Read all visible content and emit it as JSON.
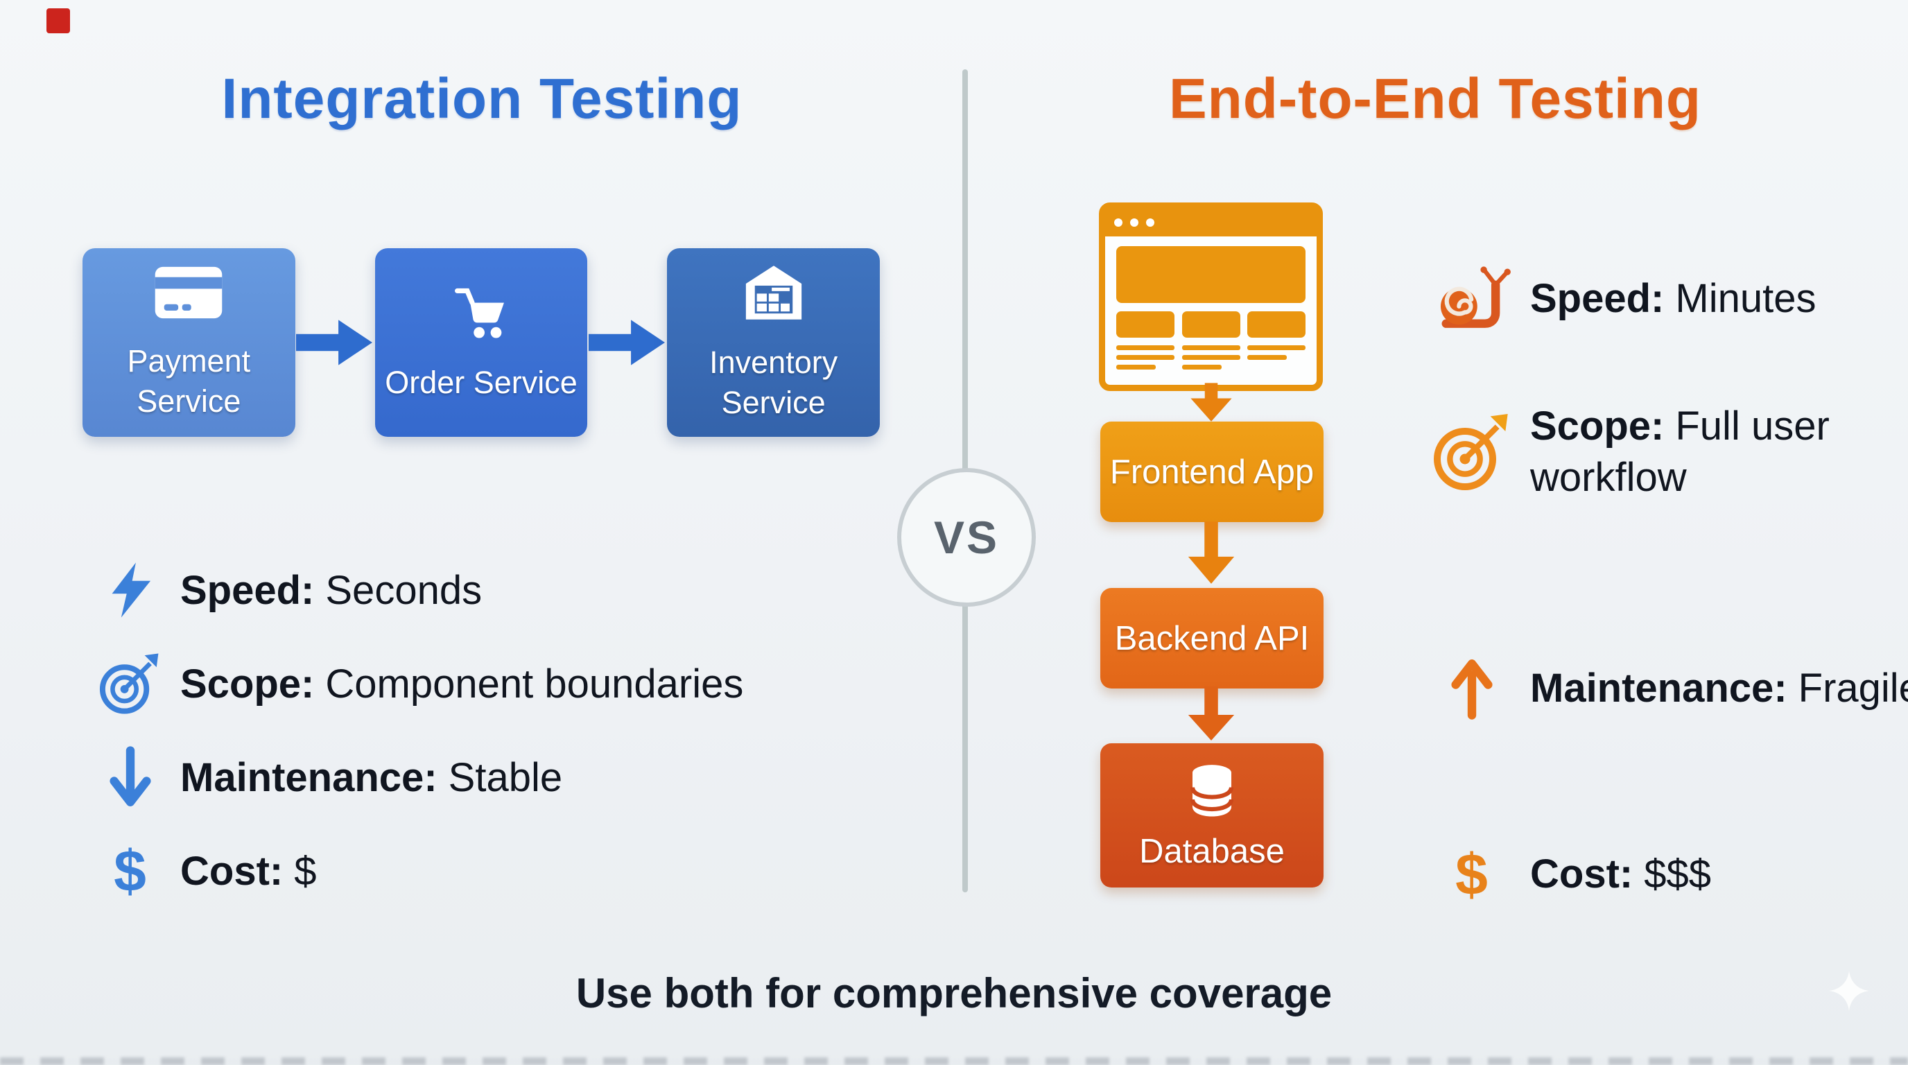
{
  "header": {
    "left_title": "Integration Testing",
    "right_title": "End-to-End Testing",
    "vs": "VS"
  },
  "left": {
    "flow": [
      {
        "label": "Payment Service",
        "icon": "credit-card"
      },
      {
        "label": "Order Service",
        "icon": "shopping-cart"
      },
      {
        "label": "Inventory Service",
        "icon": "warehouse"
      }
    ],
    "bullets": [
      {
        "icon": "lightning-bolt",
        "label": "Speed:",
        "value": "Seconds"
      },
      {
        "icon": "target",
        "label": "Scope:",
        "value": "Component boundaries"
      },
      {
        "icon": "arrow-down",
        "label": "Maintenance:",
        "value": "Stable"
      },
      {
        "icon": "dollar-sign",
        "label": "Cost:",
        "value": "$"
      }
    ]
  },
  "right": {
    "browser_icon": "browser-window",
    "flow": [
      {
        "label": "Frontend App"
      },
      {
        "label": "Backend API"
      },
      {
        "label": "Database",
        "icon": "database-cylinder"
      }
    ],
    "bullets": [
      {
        "icon": "snail",
        "label": "Speed:",
        "value": "Minutes"
      },
      {
        "icon": "target",
        "label": "Scope:",
        "value": "Full user workflow"
      },
      {
        "icon": "arrow-up",
        "label": "Maintenance:",
        "value": "Fragile"
      },
      {
        "icon": "dollar-sign",
        "label": "Cost:",
        "value": "$$$"
      }
    ]
  },
  "footer": {
    "text": "Use both for comprehensive coverage"
  },
  "icons": {
    "dollar_glyph": "$"
  },
  "colors": {
    "background": "#eff2f5",
    "left_accent": "#2f6fd1",
    "right_accent": "#e0611a",
    "payment_box": "#5e90da",
    "order_box": "#3b72d5",
    "inventory_box": "#3a6cb4",
    "frontend_box": "#eb9512",
    "backend_box": "#e5701c",
    "database_box": "#d24f1d",
    "blue_icon": "#3b80d9",
    "orange_icon": "#e8821a",
    "text_dark": "#131a26",
    "divider": "#bfc9ca"
  }
}
